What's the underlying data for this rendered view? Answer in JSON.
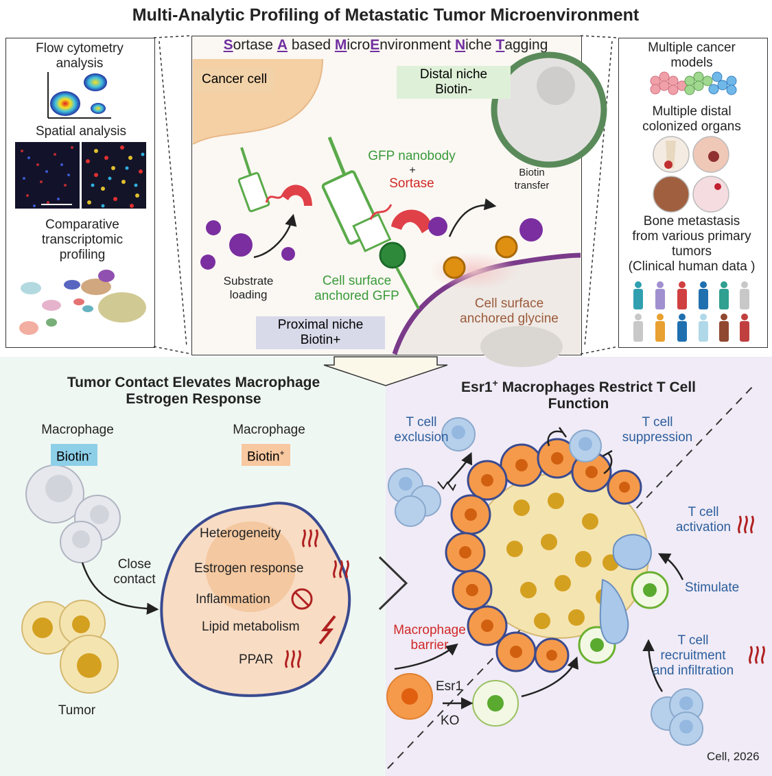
{
  "title": "Multi-Analytic Profiling of Metastatic Tumor Microenvironment",
  "left_panel": {
    "flow": "Flow cytometry\nanalysis",
    "spatial": "Spatial analysis",
    "transcriptomic": "Comparative\ntranscriptomic\nprofiling"
  },
  "center_panel": {
    "smentt": [
      {
        "cap": "S",
        "rest": "ortase "
      },
      {
        "cap": "A",
        "rest": " based "
      },
      {
        "cap": "M",
        "rest": "icro"
      },
      {
        "cap": "E",
        "rest": "nvironment "
      },
      {
        "cap": "N",
        "rest": "iche "
      },
      {
        "cap": "T",
        "rest": "agging"
      }
    ],
    "cancer_cell": "Cancer cell",
    "distal": "Distal niche\nBiotin-",
    "gfp_nanobody": "GFP nanobody",
    "plus": "+",
    "sortase": "Sortase",
    "biotin_transfer": "Biotin\ntransfer",
    "substrate": "Substrate\nloading",
    "gfp_anchored": "Cell surface\nanchored GFP",
    "glycine": "Cell surface\nanchored glycine",
    "proximal": "Proximal niche\nBiotin+"
  },
  "right_panel": {
    "cancer_models": "Multiple cancer\nmodels",
    "organs": "Multiple distal\ncolonized organs",
    "bone": "Bone metastasis\nfrom various primary\ntumors\n(Clinical human data )"
  },
  "bottom_left": {
    "heading": "Tumor Contact Elevates Macrophage\nEstrogen Response",
    "mac1": "Macrophage",
    "biotin_neg": "Biotin",
    "neg": "-",
    "mac2": "Macrophage",
    "biotin_pos": "Biotin",
    "pos": "+",
    "close_contact": "Close\ncontact",
    "tumor": "Tumor",
    "features": [
      "Heterogeneity",
      "Estrogen response",
      "Inflammation",
      "Lipid metabolism",
      "PPAR"
    ]
  },
  "bottom_right": {
    "heading_a": "Esr1",
    "heading_sup": "+",
    "heading_b": " Macrophages Restrict T Cell\nFunction",
    "exclusion": "T cell\nexclusion",
    "suppression": "T cell\nsuppression",
    "activation": "T cell\nactivation",
    "stimulate": "Stimulate",
    "barrier": "Macrophage\nbarrier",
    "recruitment": "T cell\nrecruitment\nand infiltration",
    "esr1": "Esr1",
    "ko": "KO",
    "citation": "Cell, 2026"
  },
  "colors": {
    "background_purple": "#f0ebf6",
    "background_green": "#eff7f3",
    "macrophage_orange": "#f59a4a",
    "tcell_blue": "#a9c8ea",
    "gfp_green": "#5aaa4a",
    "sortase_red": "#e04048",
    "biotin_purple": "#7a2ea0"
  }
}
